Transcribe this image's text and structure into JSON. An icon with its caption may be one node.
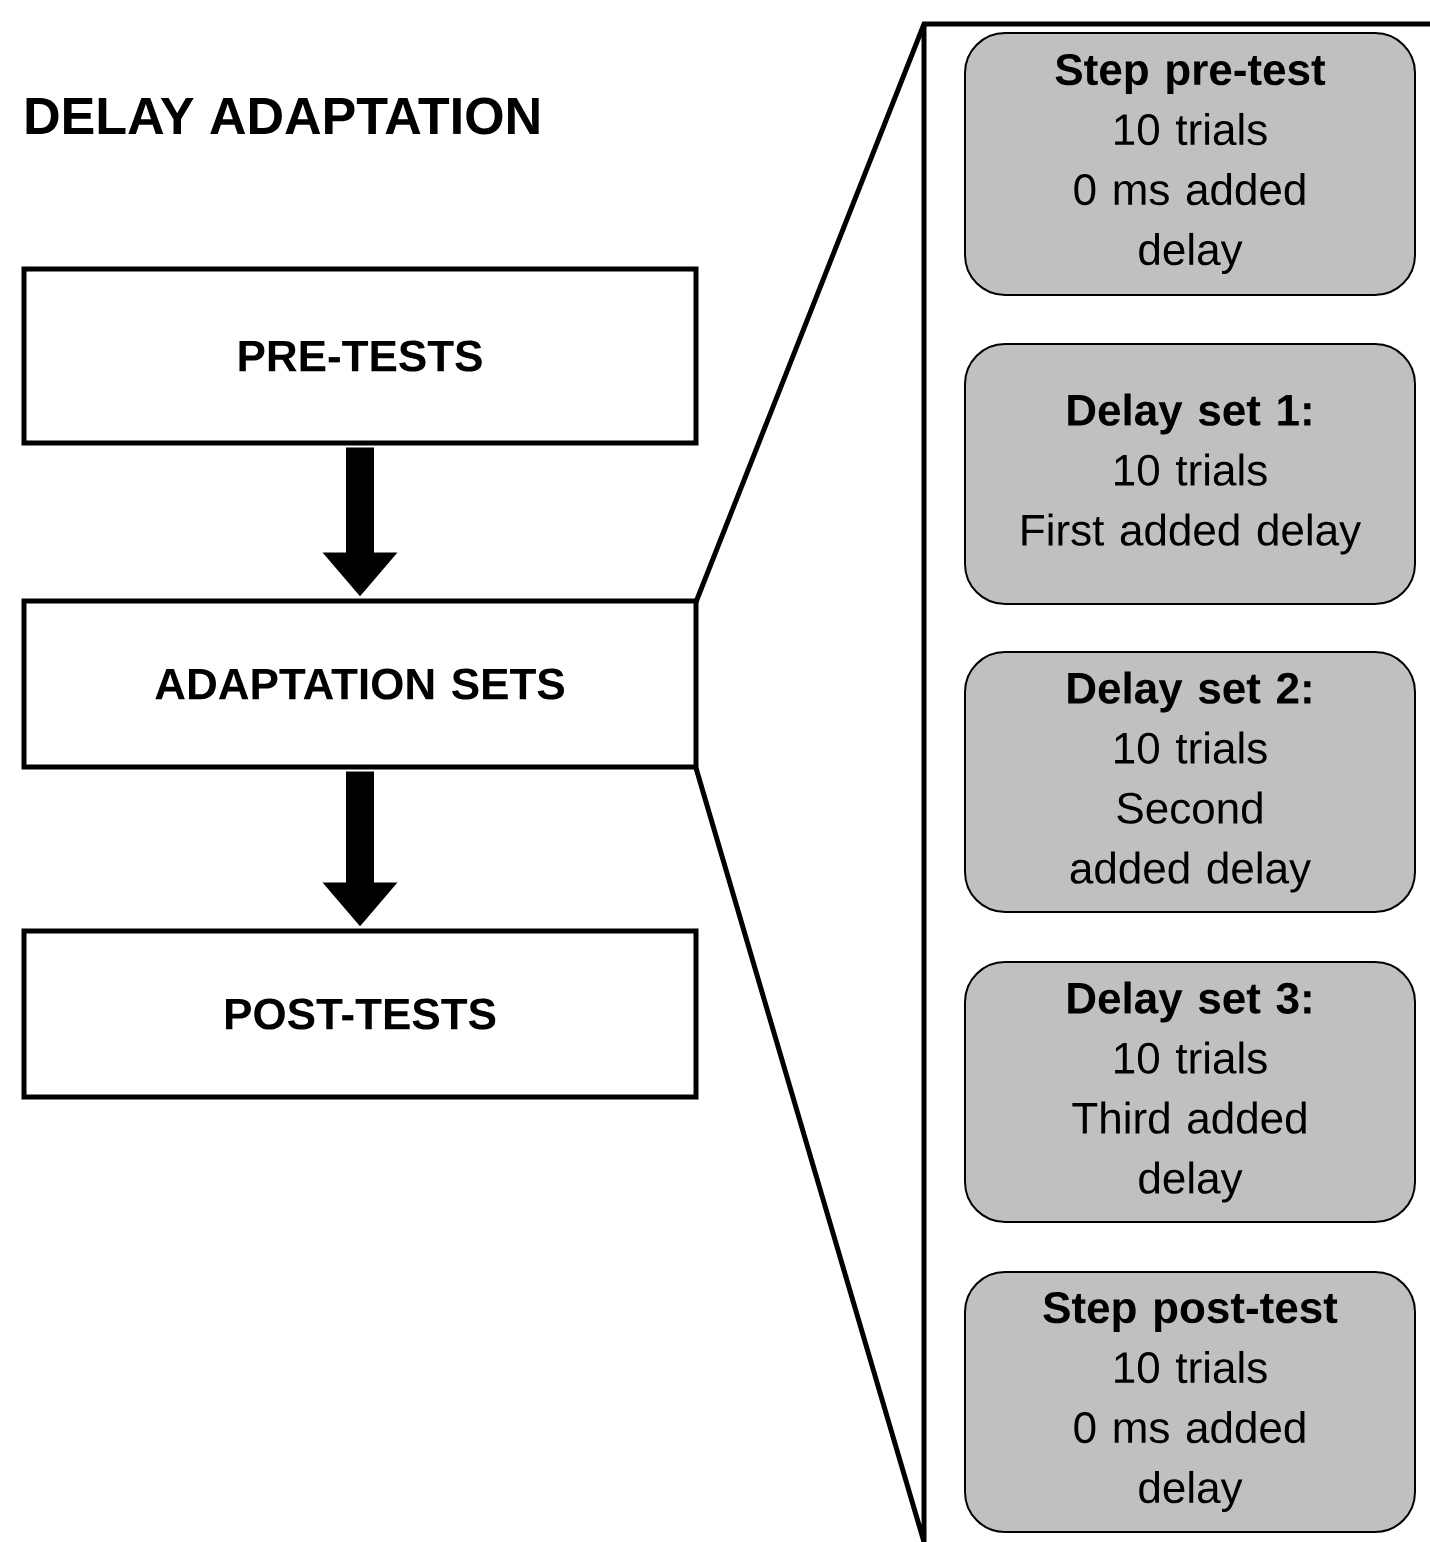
{
  "diagram": {
    "title": "DELAY ADAPTATION",
    "nodes": [
      {
        "text": [
          "PRE-TESTS"
        ]
      },
      {
        "text": [
          "ADAPTATION SETS"
        ]
      },
      {
        "text": [
          "POST-TESTS"
        ]
      },
      {
        "text": [
          "Step pre-test",
          "10 trials",
          "0 ms added delay"
        ]
      },
      {
        "text": [
          "Delay set 1:",
          "10 trials",
          "First added delay"
        ]
      },
      {
        "text": [
          "Delay set 2:",
          "10 trials",
          "Second added delay"
        ]
      },
      {
        "text": [
          "Delay set 3:",
          "10 trials",
          "Third added delay"
        ]
      },
      {
        "text": [
          "Step post-test",
          "10 trials",
          "0 ms added delay"
        ]
      }
    ],
    "edges": [
      {
        "from": 0,
        "to": 1,
        "arrow": "to"
      },
      {
        "from": 1,
        "to": 2,
        "arrow": "to"
      }
    ]
  }
}
